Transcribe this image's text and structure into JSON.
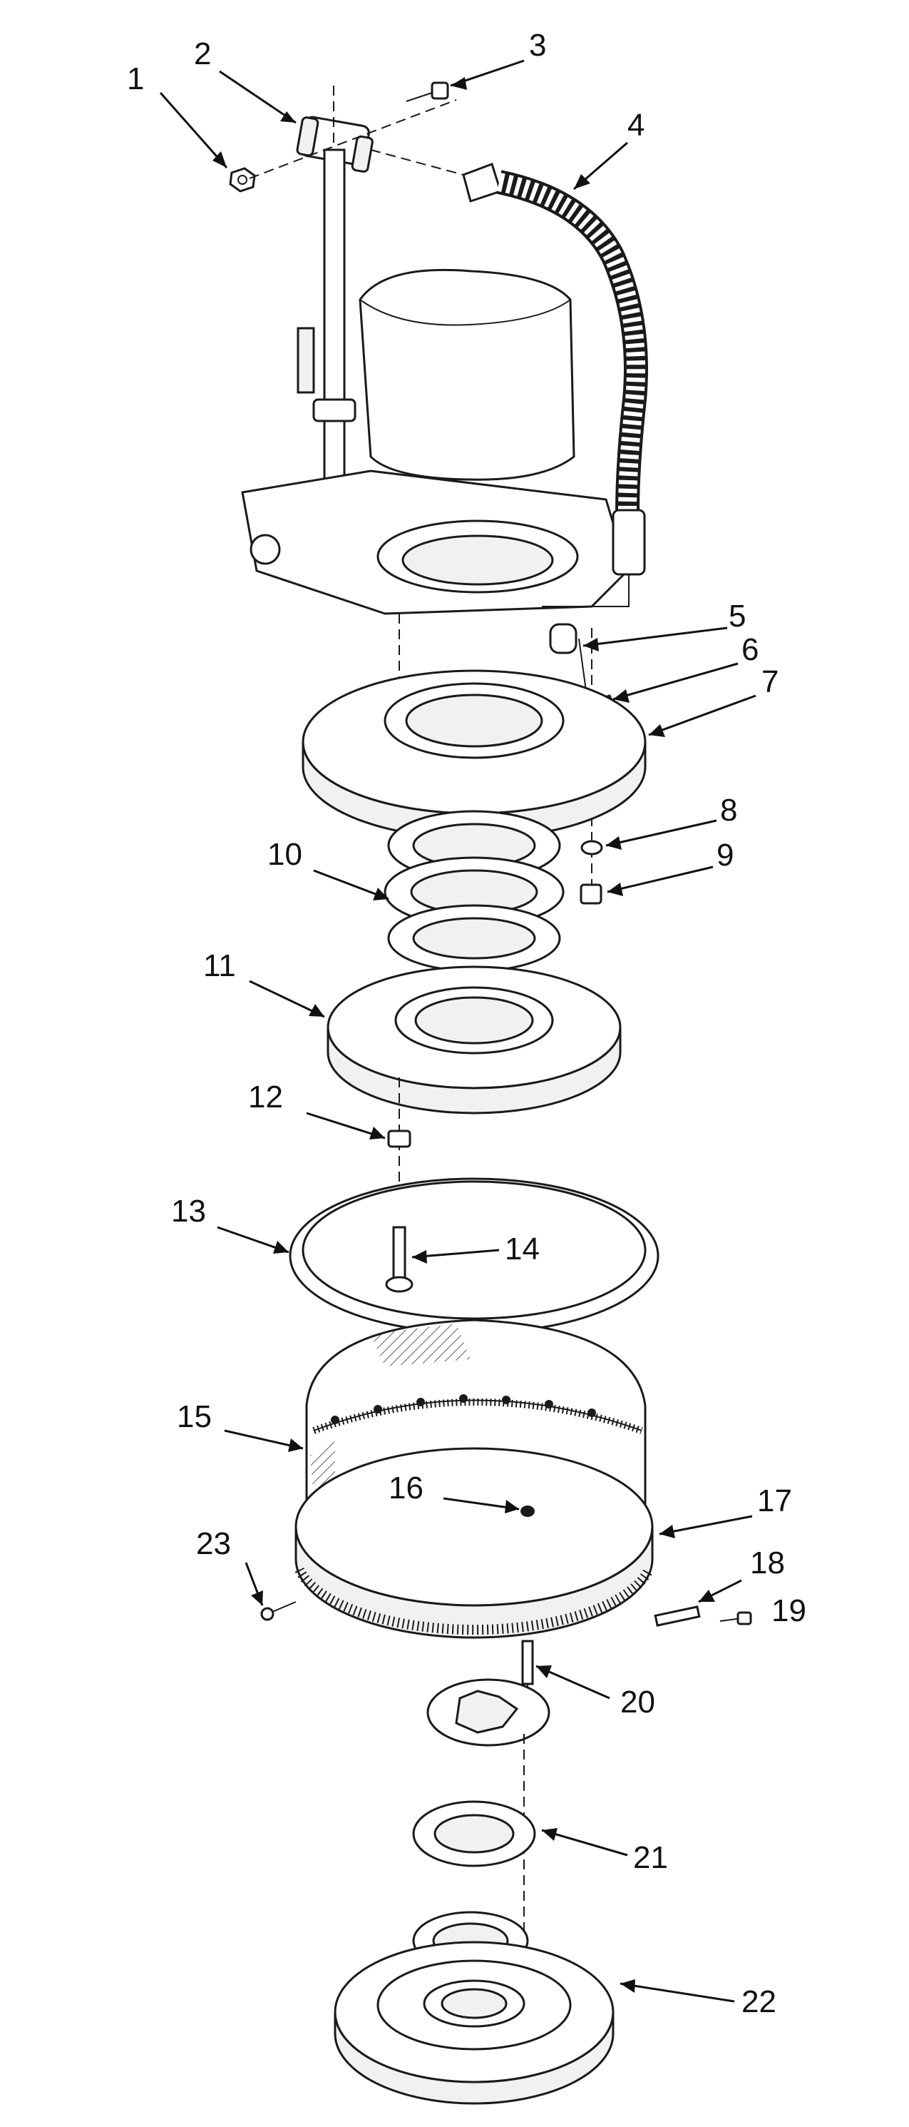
{
  "colors": {
    "line": "#1a1a1a",
    "paper": "#ffffff"
  },
  "callouts": [
    {
      "label": "1"
    },
    {
      "label": "2"
    },
    {
      "label": "3"
    },
    {
      "label": "4"
    },
    {
      "label": "5"
    },
    {
      "label": "6"
    },
    {
      "label": "7"
    },
    {
      "label": "8"
    },
    {
      "label": "9"
    },
    {
      "label": "10"
    },
    {
      "label": "11"
    },
    {
      "label": "12"
    },
    {
      "label": "13"
    },
    {
      "label": "14"
    },
    {
      "label": "15"
    },
    {
      "label": "16"
    },
    {
      "label": "17"
    },
    {
      "label": "18"
    },
    {
      "label": "19"
    },
    {
      "label": "20"
    },
    {
      "label": "21"
    },
    {
      "label": "22"
    },
    {
      "label": "23"
    }
  ]
}
